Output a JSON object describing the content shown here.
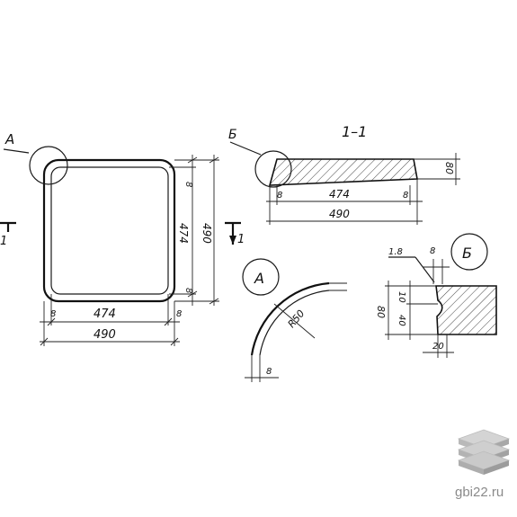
{
  "plan": {
    "callout_a": "А",
    "dim_inner_w": "474",
    "dim_outer_w": "490",
    "dim_side_8_left": "8",
    "dim_side_8_right": "8",
    "dim_inner_h": "474",
    "dim_outer_h": "490",
    "dim_top_8": "8",
    "dim_bottom_8": "8",
    "section_mark": "1"
  },
  "section": {
    "title": "1–1",
    "callout_b": "Б",
    "dim_inner": "474",
    "dim_outer": "490",
    "dim_left_8": "8",
    "dim_right_8": "8",
    "thickness": "80"
  },
  "detail_a": {
    "label": "А",
    "radius": "R50",
    "wall": "8"
  },
  "detail_b": {
    "label": "Б",
    "chamfer": "1.8",
    "top_gap": "8",
    "height": "80",
    "upper": "10",
    "lower": "40",
    "offset": "20"
  },
  "watermark": {
    "text": "gbi22.ru"
  }
}
